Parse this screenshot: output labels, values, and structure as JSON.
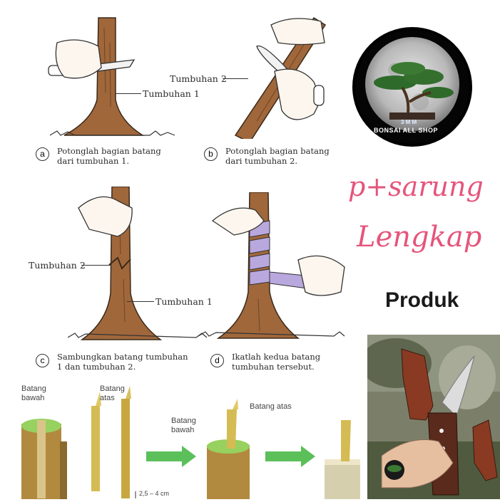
{
  "steps": [
    {
      "letter": "a",
      "text_line1": "Potonglah bagian batang",
      "text_line2": "dari tumbuhan 1."
    },
    {
      "letter": "b",
      "text_line1": "Potonglah bagian batang",
      "text_line2": "dari tumbuhan 2."
    },
    {
      "letter": "c",
      "text_line1": "Sambungkan batang tumbuhan",
      "text_line2": "1 dan tumbuhan 2."
    },
    {
      "letter": "d",
      "text_line1": "Ikatlah kedua batang",
      "text_line2": "tumbuhan tersebut."
    }
  ],
  "labels": {
    "a_plant": "Tumbuhan 1",
    "b_plant": "Tumbuhan 2",
    "c_top": "Tumbuhan 2",
    "c_bottom": "Tumbuhan 1"
  },
  "bottom": {
    "bawah1": "Batang\nbawah",
    "atas1": "Batang\natas",
    "bawah2": "Batang\nbawah",
    "atas2": "Batang atas",
    "measure": "2,5 – 4 cm"
  },
  "promo": {
    "line1": "p+sarung",
    "line2": "Lengkap",
    "produk": "Produk"
  },
  "logo": {
    "line1": "3 M M",
    "line2": "BONSAI ALL SHOP"
  },
  "colors": {
    "bark": "#a0673b",
    "bark_dark": "#6e4424",
    "tape": "#b9a8de",
    "green_arrow": "#5bbf5a",
    "pink": "#e5557b"
  }
}
